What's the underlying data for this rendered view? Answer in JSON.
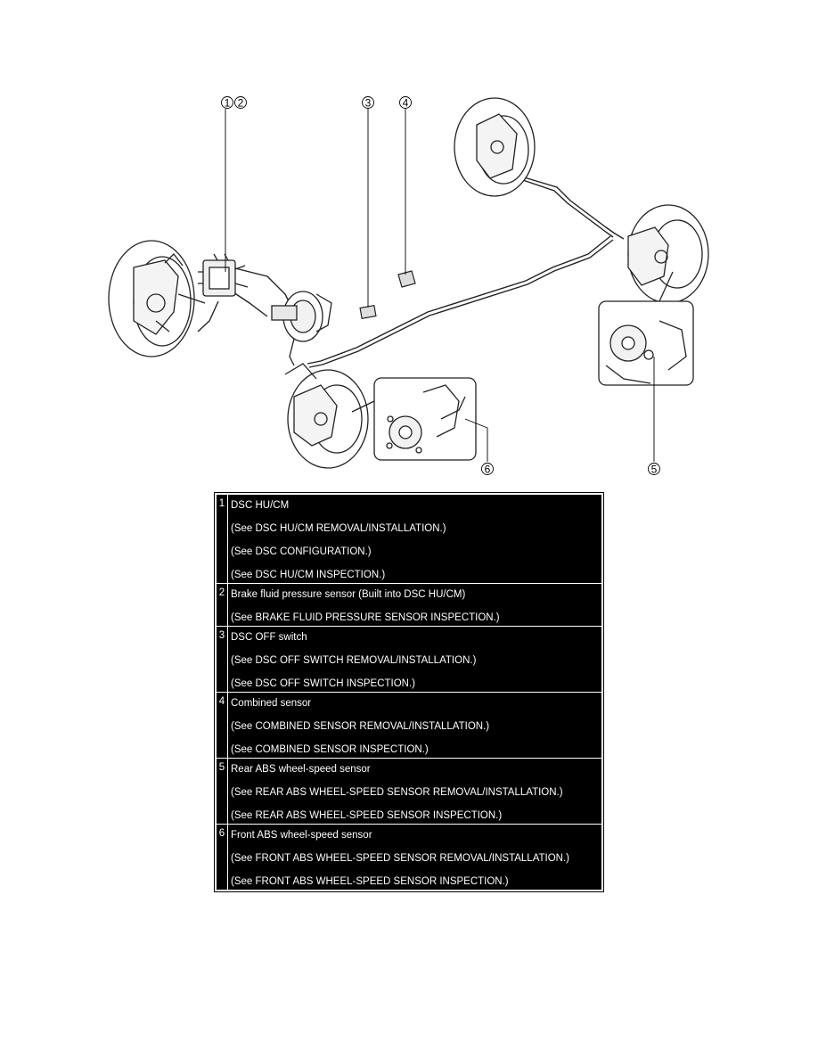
{
  "diagram": {
    "callouts": [
      "1",
      "2",
      "3",
      "4",
      "5",
      "6"
    ]
  },
  "table": {
    "rows": [
      {
        "num": "1",
        "lines": [
          "DSC HU/CM",
          "(See DSC HU/CM REMOVAL/INSTALLATION.)",
          "(See DSC CONFIGURATION.)",
          "(See DSC HU/CM INSPECTION.)"
        ]
      },
      {
        "num": "2",
        "lines": [
          "Brake fluid pressure sensor (Built into DSC HU/CM)",
          "(See BRAKE FLUID PRESSURE SENSOR INSPECTION.)"
        ]
      },
      {
        "num": "3",
        "lines": [
          "DSC OFF switch",
          "(See DSC OFF SWITCH REMOVAL/INSTALLATION.)",
          "(See DSC OFF SWITCH INSPECTION.)"
        ]
      },
      {
        "num": "4",
        "lines": [
          "Combined sensor",
          "(See COMBINED SENSOR REMOVAL/INSTALLATION.)",
          "(See COMBINED SENSOR INSPECTION.)"
        ]
      },
      {
        "num": "5",
        "lines": [
          "Rear ABS wheel-speed sensor",
          "(See REAR ABS WHEEL-SPEED SENSOR REMOVAL/INSTALLATION.)",
          "(See REAR ABS WHEEL-SPEED SENSOR INSPECTION.)"
        ]
      },
      {
        "num": "6",
        "lines": [
          "Front ABS wheel-speed sensor",
          "(See FRONT ABS WHEEL-SPEED SENSOR REMOVAL/INSTALLATION.)",
          "(See FRONT ABS WHEEL-SPEED SENSOR INSPECTION.)"
        ]
      }
    ]
  }
}
